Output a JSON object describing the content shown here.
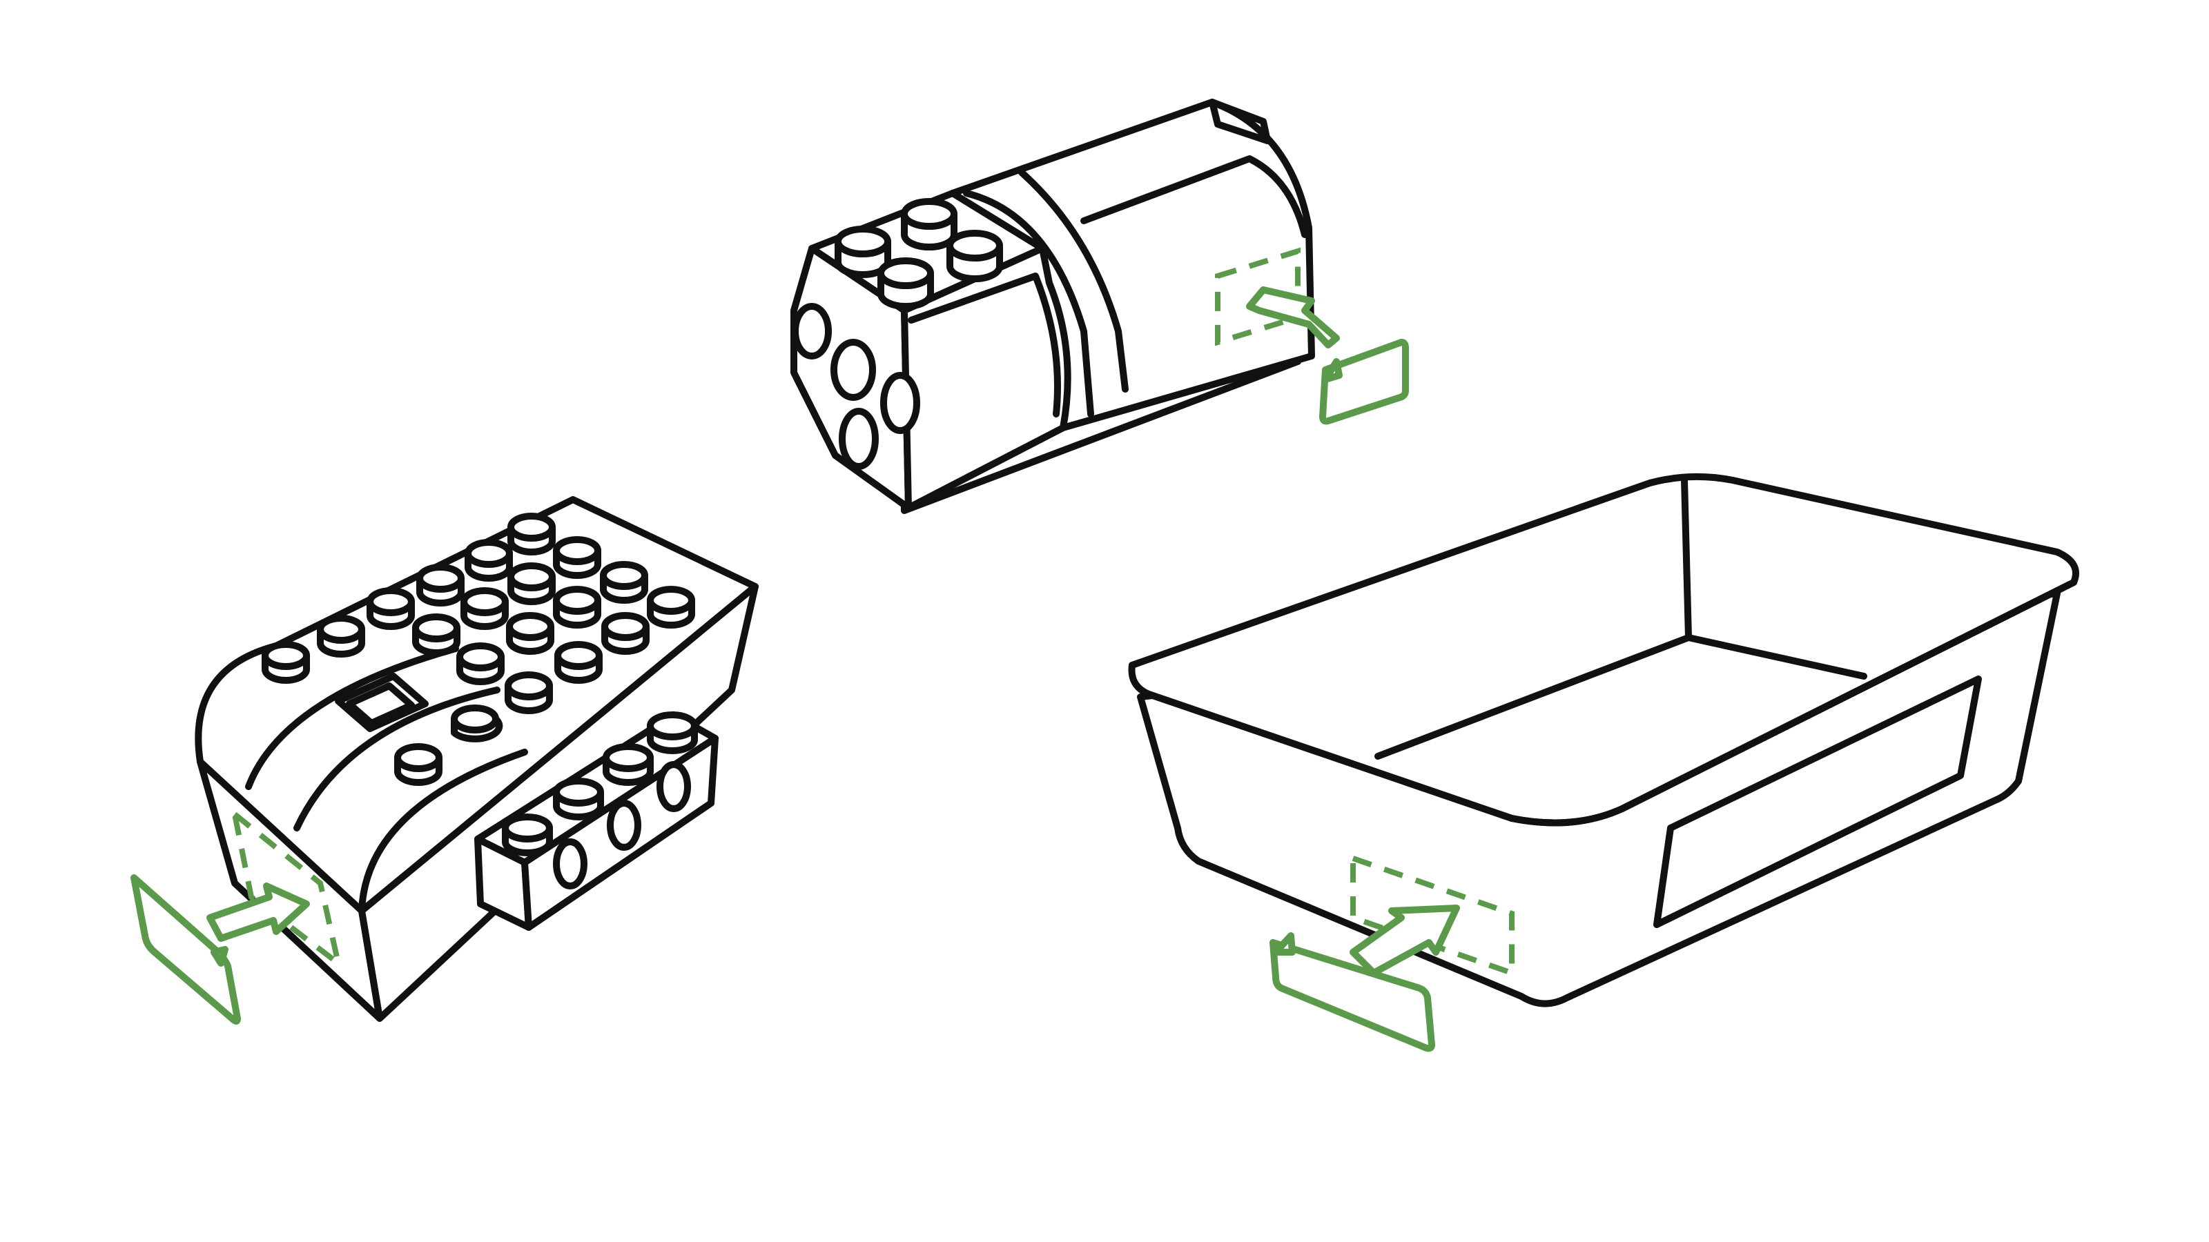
{
  "colors": {
    "line": "#111111",
    "accent": "#5a9a4a",
    "background": "#ffffff"
  },
  "items": [
    {
      "name": "smarthub",
      "icon": "brick-smarthub-icon"
    },
    {
      "name": "motor",
      "icon": "brick-motor-icon"
    },
    {
      "name": "storage-tray",
      "icon": "storage-tray-icon"
    }
  ],
  "labels": [
    {
      "target": "smarthub",
      "icon": "sticker-label-icon"
    },
    {
      "target": "motor",
      "icon": "sticker-label-icon"
    },
    {
      "target": "storage-tray",
      "icon": "sticker-label-icon"
    }
  ]
}
